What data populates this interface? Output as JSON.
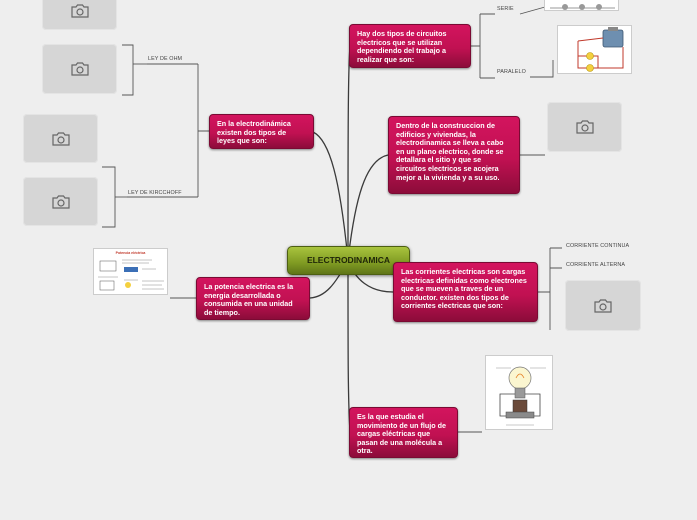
{
  "central": {
    "title": "ELECTRODINAMICA"
  },
  "nodes": {
    "circuits": "Hay dos tipos de circuitos electricos que se utilizan dependiendo del trabajo a realizar que son:",
    "laws": "En la electrodinámica existen dos tipos de leyes que son:",
    "construction": "Dentro de la construccion de edificios y viviendas, la electrodinamica se lleva a cabo  en un plano electrico, donde se detallara el sitio y que se circuitos electricos se acojera mejor a la vivienda y a su uso.",
    "currents": "Las corrientes electricas son cargas electricas definidas como electrones que se mueven a traves de un conductor. existen dos tipos de corrientes electricas que son:",
    "power": "La potencia electrica es la energia desarrollada o consumida en una unidad de tiempo.",
    "definition": "Es la que estudia el movimiento de un flujo de cargas eléctricas que pasan de una molécula a otra."
  },
  "labels": {
    "serie": "SERIE",
    "paralelo": "PARALELO",
    "ohm": "LEY DE OHM",
    "kirchhoff": "LEY DE KIRCCHOFF",
    "dc": "CORRIENTE CONTINUA",
    "ac": "CORRIENTE ALTERNA"
  },
  "thumbnails": {
    "power_title": "Potencia eléctrica"
  },
  "icons": {
    "placeholder": "camera-icon"
  },
  "colors": {
    "topic": "#c11152",
    "central": "#7f9a22",
    "background": "#eeeeee",
    "connector": "#333333"
  }
}
